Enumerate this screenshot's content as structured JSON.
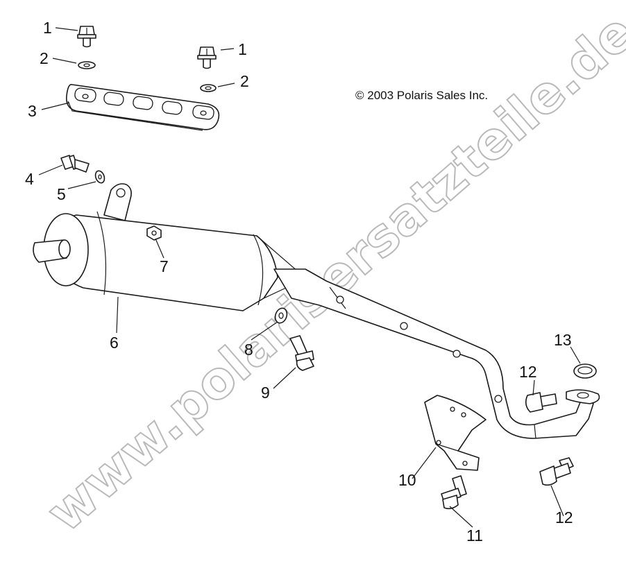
{
  "copyright": "© 2003 Polaris Sales Inc.",
  "watermark": "www.polarisersatzteile.de",
  "callouts": [
    {
      "id": "c1a",
      "label": "1"
    },
    {
      "id": "c1b",
      "label": "1"
    },
    {
      "id": "c2a",
      "label": "2"
    },
    {
      "id": "c2b",
      "label": "2"
    },
    {
      "id": "c3",
      "label": "3"
    },
    {
      "id": "c4",
      "label": "4"
    },
    {
      "id": "c5",
      "label": "5"
    },
    {
      "id": "c6",
      "label": "6"
    },
    {
      "id": "c7",
      "label": "7"
    },
    {
      "id": "c8",
      "label": "8"
    },
    {
      "id": "c9",
      "label": "9"
    },
    {
      "id": "c10",
      "label": "10"
    },
    {
      "id": "c11",
      "label": "11"
    },
    {
      "id": "c12a",
      "label": "12"
    },
    {
      "id": "c12b",
      "label": "12"
    },
    {
      "id": "c13",
      "label": "13"
    }
  ]
}
